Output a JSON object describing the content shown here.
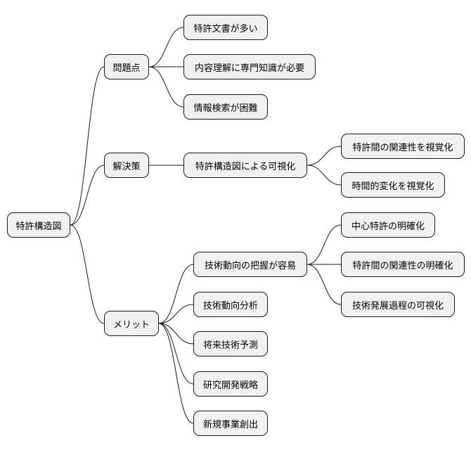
{
  "colors": {
    "node_fill": "#f1f1f1",
    "node_border": "#181818",
    "line": "#181818",
    "text": "#000000"
  },
  "mindmap": {
    "root": {
      "label": "特許構造図"
    },
    "problems": {
      "label": "問題点",
      "items": [
        "特許文書が多い",
        "内容理解に専門知識が必要",
        "情報検索が困難"
      ]
    },
    "solution": {
      "label": "解決策",
      "item": {
        "label": "特許構造図による可視化",
        "children": [
          "特許間の関連性を視覚化",
          "時間的変化を視覚化"
        ]
      }
    },
    "merits": {
      "label": "メリット",
      "items": [
        {
          "label": "技術動向の把握が容易",
          "children": [
            "中心特許の明確化",
            "特許間の関連性の明確化",
            "技術発展過程の可視化"
          ]
        },
        {
          "label": "技術動向分析"
        },
        {
          "label": "将来技術予測"
        },
        {
          "label": "研究開発戦略"
        },
        {
          "label": "新規事業創出"
        }
      ]
    }
  }
}
